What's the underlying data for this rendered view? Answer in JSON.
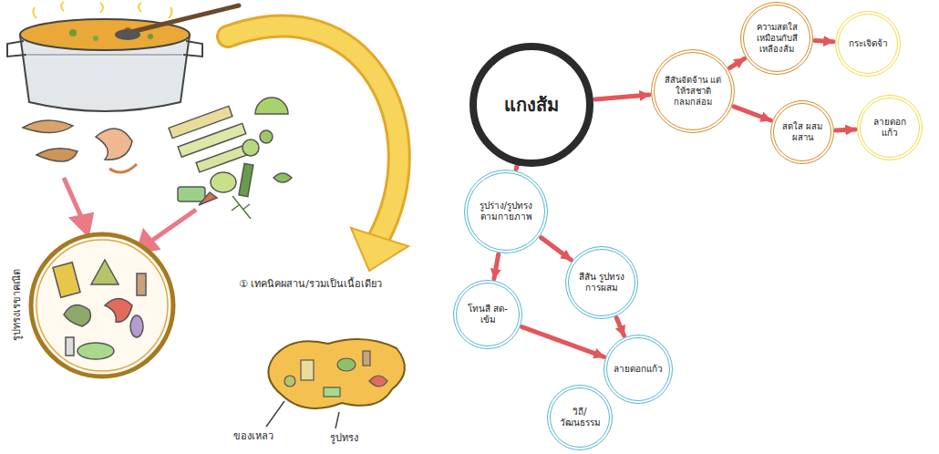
{
  "diagram": {
    "nodes": [
      {
        "text": [
          "แกงส้ม"
        ]
      },
      {
        "text": [
          "สีสันจัดจ้าน แต่ให้รสชาติกลมกล่อม"
        ]
      },
      {
        "text": [
          "ความสดใส เหมือนกับสีเหลืองส้ม"
        ]
      },
      {
        "text": [
          "กระเจิดจ้า"
        ]
      },
      {
        "text": [
          "สดใส ผสมผสาน"
        ]
      },
      {
        "text": [
          "ลายดอกแก้ว"
        ]
      },
      {
        "text": [
          "รูปร่าง/รูปทรง ตามกายภาพ"
        ]
      },
      {
        "text": [
          "สีสัน รูปทรงการผสม"
        ]
      },
      {
        "text": [
          "โทนสี สด-เข้ม"
        ]
      },
      {
        "text": [
          "ลายดอกแก้ว"
        ]
      },
      {
        "text": [
          "วิถี/วัฒนธรรม"
        ]
      }
    ],
    "edges": [
      {
        "from": 0,
        "to": 1,
        "arrow": "to"
      },
      {
        "from": 1,
        "to": 2,
        "arrow": "to"
      },
      {
        "from": 1,
        "to": 4,
        "arrow": "to"
      },
      {
        "from": 2,
        "to": 3,
        "arrow": "to"
      },
      {
        "from": 4,
        "to": 5,
        "arrow": "to"
      },
      {
        "from": 0,
        "to": 6,
        "arrow": "to"
      },
      {
        "from": 6,
        "to": 8,
        "arrow": "to"
      },
      {
        "from": 6,
        "to": 7,
        "arrow": "to"
      },
      {
        "from": 8,
        "to": 9,
        "arrow": "to"
      },
      {
        "from": 7,
        "to": 9,
        "arrow": "to"
      }
    ],
    "labels": [
      "รูปทรงเรขาคณิต",
      "① เทคนิคผสาน/รวมเป็นเนื้อเดียว",
      "ของเหลว",
      "รูปทรง"
    ]
  }
}
